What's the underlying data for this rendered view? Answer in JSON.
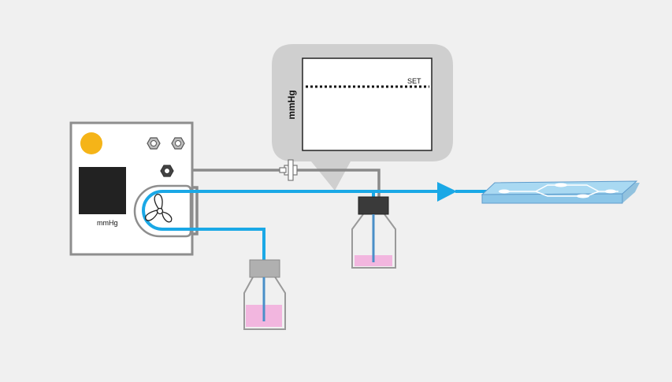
{
  "pump": {
    "unit_label": "mmHg",
    "indicator_color": "#f5b418"
  },
  "graph": {
    "y_axis_label": "mmHg",
    "set_label": "SET"
  },
  "colors": {
    "flow_tube": "#1aa8e6",
    "pressure_tube": "#8a8a8a",
    "liquid": "#f2b6df",
    "chip": "#a9d9f2",
    "background": "#f0f0f0"
  }
}
